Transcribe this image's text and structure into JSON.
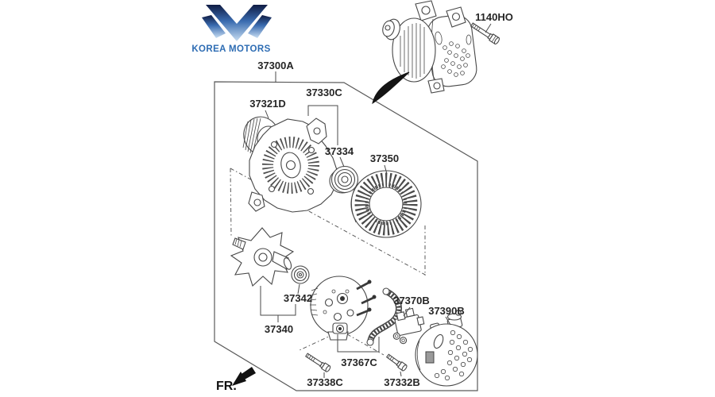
{
  "brand": {
    "name": "KOREA MOTORS"
  },
  "callouts": {
    "assembly": "37300A",
    "mount_bolt": "1140HO",
    "pulley": "37321D",
    "front_bracket": "37330C",
    "front_bearing": "37334",
    "stator": "37350",
    "rotor_bearing": "37342",
    "rotor": "37340",
    "rear_bracket": "37367C",
    "brush_regulator": "37370B",
    "rear_cover": "37390B",
    "through_bolt": "37338C",
    "cover_bolt": "37332B"
  },
  "orientation": {
    "front_label": "FR."
  },
  "colors": {
    "brand_blue": "#2d6cb3",
    "logo_navy": "#101c44",
    "logo_light": "#c9def2",
    "line_art": "#474747"
  }
}
